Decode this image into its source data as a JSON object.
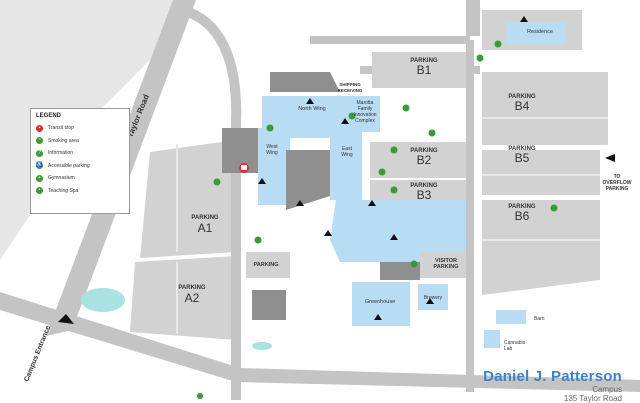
{
  "legend": {
    "title": "LEGEND",
    "items": [
      {
        "label": "Transit stop",
        "icon": "bus-icon",
        "color": "#d9302a"
      },
      {
        "label": "Smoking area",
        "icon": "smoking-icon",
        "color": "#3a9a36"
      },
      {
        "label": "Information",
        "icon": "info-icon",
        "color": "#3a9a36"
      },
      {
        "label": "Accessible parking",
        "icon": "accessible-icon",
        "color": "#3a9a36"
      },
      {
        "label": "Gymnasium",
        "icon": "gymnasium-icon",
        "color": "#3a9a36"
      },
      {
        "label": "Teaching Spa",
        "icon": "spa-icon",
        "color": "#3a9a36"
      }
    ]
  },
  "roads": {
    "taylor_road": "Taylor Road",
    "campus_entrance": "Campus Entrance"
  },
  "parking": {
    "a1": {
      "word": "PARKING",
      "code": "A1"
    },
    "a2": {
      "word": "PARKING",
      "code": "A2"
    },
    "b1": {
      "word": "PARKING",
      "code": "B1"
    },
    "b2": {
      "word": "PARKING",
      "code": "B2"
    },
    "b3": {
      "word": "PARKING",
      "code": "B3"
    },
    "b4": {
      "word": "PARKING",
      "code": "B4"
    },
    "b5": {
      "word": "PARKING",
      "code": "B5"
    },
    "b6": {
      "word": "PARKING",
      "code": "B6"
    },
    "small": "PARKING",
    "visitor_line1": "VISITOR",
    "visitor_line2": "PARKING",
    "overflow_line1": "TO",
    "overflow_line2": "OVERFLOW",
    "overflow_line3": "PARKING"
  },
  "buildings": {
    "residence": "Residence",
    "north_wing": "North Wing",
    "west_wing_line1": "West",
    "west_wing_line2": "Wing",
    "east_wing_line1": "East",
    "east_wing_line2": "Wing",
    "marotta_line1": "Marotta",
    "marotta_line2": "Family",
    "marotta_line3": "Innovation",
    "marotta_line4": "Complex",
    "shipping_line1": "SHIPPING",
    "shipping_line2": "RECEIVING",
    "greenhouse": "Greenhouse",
    "brewery": "Brewery",
    "barn": "Barn",
    "cannabis_line1": "Cannabis",
    "cannabis_line2": "Lab"
  },
  "brand": {
    "name": "Daniel J. Patterson",
    "line1": "Campus",
    "line2": "135 Taylor Road"
  },
  "colors": {
    "building": "#b8dcf3",
    "lot": "#d4d4d4",
    "road": "#bfbfbf",
    "structure": "#8f8f8f",
    "water": "#a8e2e2",
    "marker_green": "#3a9a36",
    "marker_red": "#d9302a",
    "brand_blue": "#3d84c6"
  }
}
